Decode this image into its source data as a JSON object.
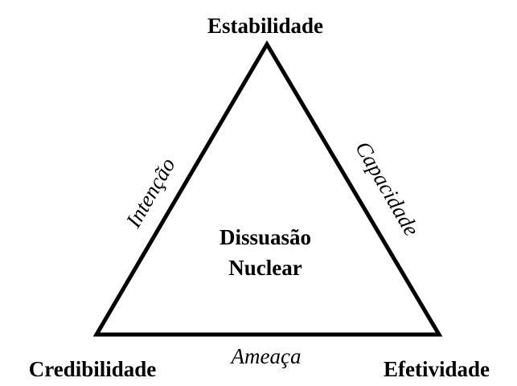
{
  "vertices": {
    "top": "Estabilidade",
    "bottom_left": "Credibilidade",
    "bottom_right": "Efetividade"
  },
  "edges": {
    "left": "Intenção",
    "right": "Capacidade",
    "bottom": "Ameaça"
  },
  "center": {
    "line1": "Dissuasão",
    "line2": "Nuclear"
  },
  "colors": {
    "stroke": "#000000",
    "background": "#ffffff"
  }
}
